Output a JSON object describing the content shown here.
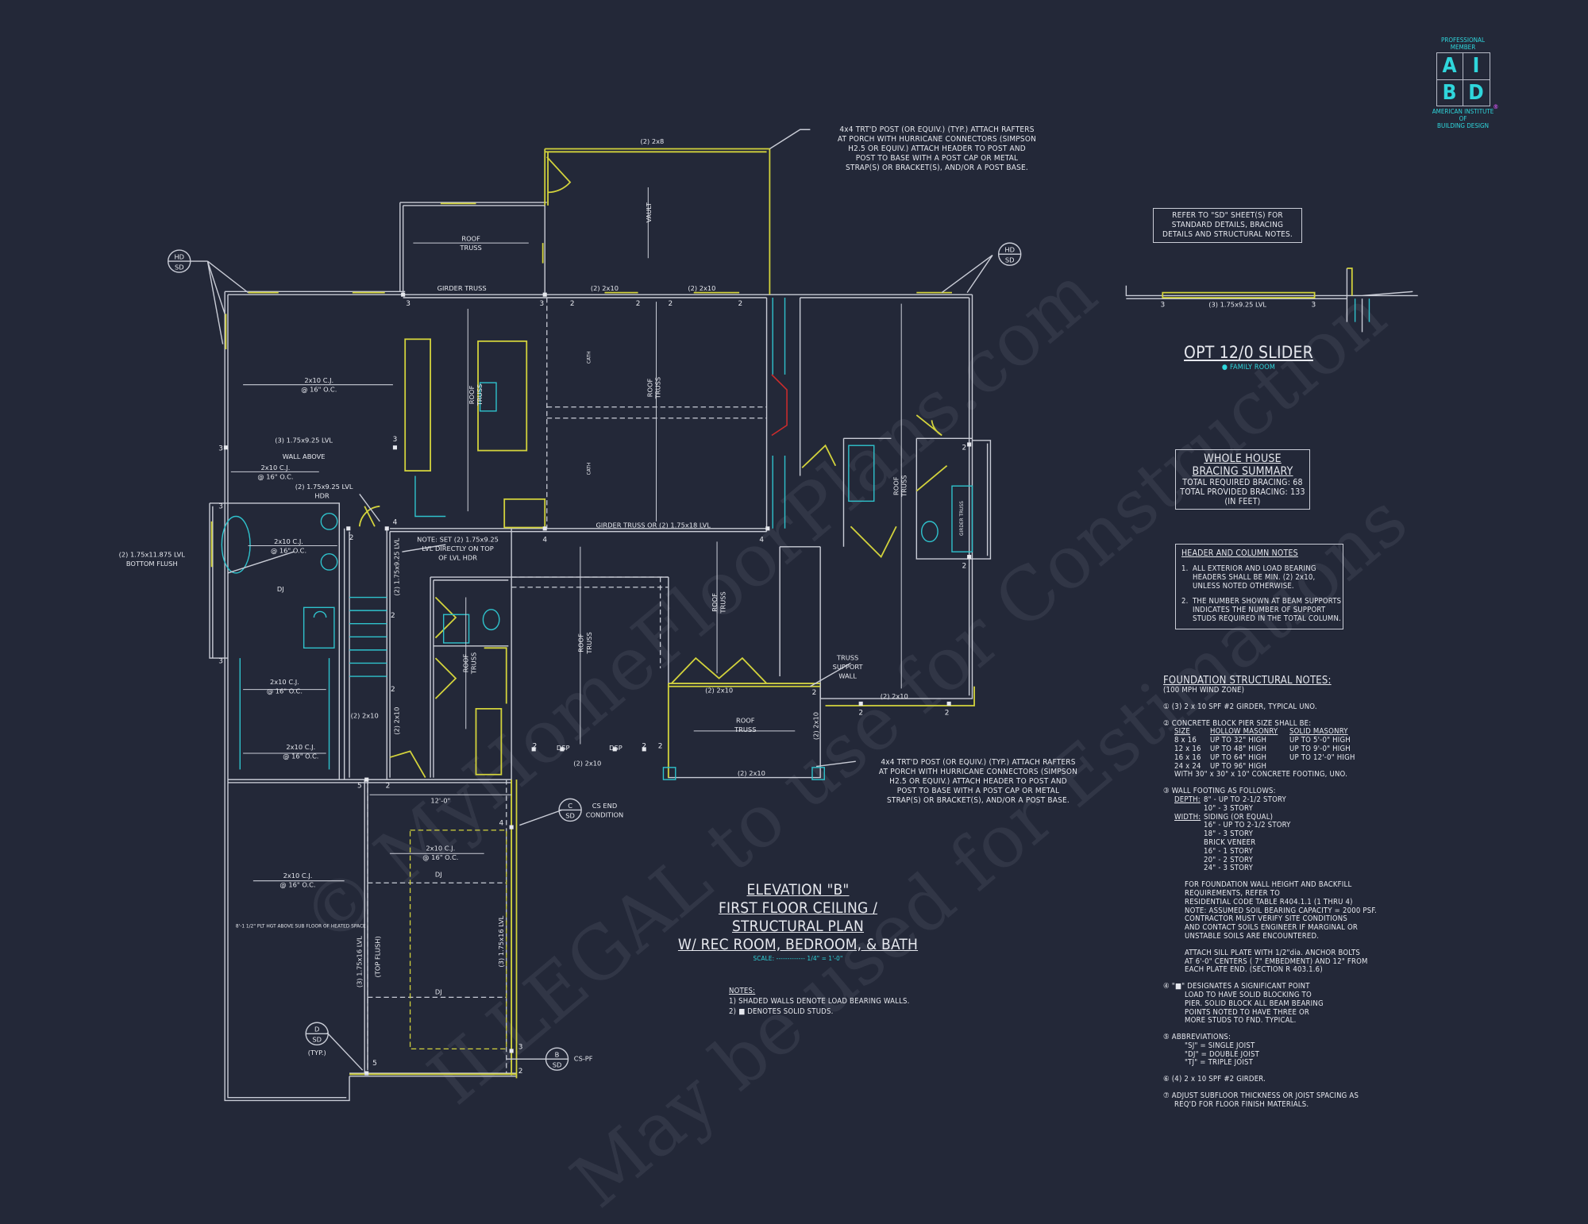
{
  "colors": {
    "background": "#232838",
    "walls": "#c9ccd6",
    "load_bearing": "#d3d33c",
    "fixtures": "#2fc2cc",
    "accent_red": "#d02c2c"
  },
  "logo": {
    "top": "PROFESSIONAL",
    "top2": "MEMBER",
    "letters": [
      "A",
      "I",
      "B",
      "D"
    ],
    "reg": "®",
    "bottom1": "AMERICAN INSTITUTE",
    "bottom2": "OF",
    "bottom3": "BUILDING DESIGN"
  },
  "watermark": [
    "© MyHomeFloorPlans.com",
    "ILLEGAL to use for Construction",
    "May be used for Estimations"
  ],
  "refer_note": [
    "REFER TO \"SD\" SHEET(S) FOR",
    "STANDARD DETAILS, BRACING",
    "DETAILS AND STRUCTURAL NOTES."
  ],
  "slider": {
    "beam": "(3) 1.75x9.25 LVL",
    "stud": "3",
    "title": "OPT 12/0 SLIDER",
    "subtitle": "● FAMILY ROOM"
  },
  "bracing": {
    "title1": "WHOLE HOUSE",
    "title2": "BRACING SUMMARY",
    "required": "TOTAL REQUIRED BRACING: 68",
    "provided": "TOTAL PROVIDED BRACING: 133",
    "unit": "(IN FEET)"
  },
  "header_notes": {
    "title": "HEADER AND COLUMN NOTES",
    "items": [
      [
        "1.",
        "ALL EXTERIOR AND LOAD BEARING",
        "HEADERS SHALL BE MIN. (2) 2x10,",
        "UNLESS NOTED OTHERWISE."
      ],
      [
        "2.",
        "THE NUMBER SHOWN AT BEAM SUPPORTS",
        "INDICATES THE NUMBER OF SUPPORT",
        "STUDS REQUIRED IN THE TOTAL COLUMN."
      ]
    ]
  },
  "foundation": {
    "title": "FOUNDATION STRUCTURAL NOTES:",
    "subtitle": "(100 MPH WIND ZONE)",
    "n1": "① (3) 2 x 10 SPF #2 GIRDER, TYPICAL UNO.",
    "n2": "② CONCRETE BLOCK PIER SIZE SHALL BE:",
    "pier_headers": [
      "SIZE",
      "HOLLOW MASONRY",
      "SOLID MASONRY"
    ],
    "pier_rows": [
      [
        "8 x 16",
        "UP TO 32\" HIGH",
        "UP TO 5'-0\" HIGH"
      ],
      [
        "12 x 16",
        "UP TO 48\" HIGH",
        "UP TO 9'-0\" HIGH"
      ],
      [
        "16 x 16",
        "UP TO 64\" HIGH",
        "UP TO 12'-0\" HIGH"
      ],
      [
        "24 x 24",
        "UP TO 96\" HIGH",
        ""
      ]
    ],
    "pier_footing": "WITH 30\" x 30\" x 10\" CONCRETE FOOTING, UNO.",
    "n3": "③ WALL FOOTING AS FOLLOWS:",
    "depth_label": "DEPTH:",
    "depth": [
      "8\" - UP TO 2-1/2 STORY",
      "10\" - 3 STORY"
    ],
    "width_label": "WIDTH:",
    "width": [
      "SIDING (OR EQUAL)",
      "16\" - UP TO 2-1/2 STORY",
      "18\" - 3 STORY",
      "BRICK VENEER",
      "16\" - 1 STORY",
      "20\" - 2 STORY",
      "24\" - 3 STORY"
    ],
    "para1": [
      "FOR FOUNDATION WALL HEIGHT AND BACKFILL",
      "REQUIREMENTS, REFER TO",
      "RESIDENTIAL CODE TABLE R404.1.1 (1 THRU 4)",
      "NOTE: ASSUMED SOIL BEARING CAPACITY = 2000 PSF.",
      "CONTRACTOR MUST VERIFY SITE CONDITIONS",
      "AND CONTACT SOILS ENGINEER IF MARGINAL OR",
      "UNSTABLE SOILS ARE ENCOUNTERED."
    ],
    "para2": [
      "ATTACH SILL PLATE WITH 1/2\"dia. ANCHOR BOLTS",
      "AT 6'-0\" CENTERS ( 7\" EMBEDMENT) AND 12\" FROM",
      "EACH PLATE END. (SECTION R 403.1.6)"
    ],
    "n4": [
      "④ \"■\" DESIGNATES A SIGNIFICANT POINT",
      "LOAD TO HAVE SOLID BLOCKING TO",
      "PIER. SOLID BLOCK ALL BEAM BEARING",
      "POINTS NOTED TO HAVE THREE OR",
      "MORE STUDS TO FND. TYPICAL."
    ],
    "n5": [
      "⑤ ABBREVIATIONS:",
      "\"SJ\" = SINGLE JOIST",
      "\"DJ\" = DOUBLE JOIST",
      "\"TJ\" = TRIPLE JOIST"
    ],
    "n6": "⑥ (4) 2 x 10 SPF #2 GIRDER.",
    "n7": [
      "⑦ ADJUST SUBFLOOR THICKNESS OR JOIST SPACING AS",
      "REQ'D FOR FLOOR FINISH MATERIALS."
    ]
  },
  "title_block": {
    "line1": "ELEVATION \"B\"",
    "line2": "FIRST FLOOR CEILING /",
    "line3": "STRUCTURAL PLAN",
    "line4": "W/ REC ROOM, BEDROOM, & BATH",
    "scale": "SCALE: ------------- 1/4\" = 1'-0\"",
    "notes_title": "NOTES:",
    "notes": [
      "1) SHADED WALLS DENOTE LOAD BEARING WALLS.",
      "2) ■ DENOTES SOLID STUDS."
    ]
  },
  "post_note": [
    "4x4 TRT'D POST (OR EQUIV.) (TYP.) ATTACH RAFTERS",
    "AT PORCH WITH HURRICANE CONNECTORS (SIMPSON",
    "H2.5 OR EQUIV.) ATTACH HEADER TO POST AND",
    "POST TO BASE WITH A POST CAP OR METAL",
    "STRAP(S) OR BRACKET(S), AND/OR A POST BASE."
  ],
  "plan": {
    "roof": "ROOF",
    "truss": "TRUSS",
    "cj": "2x10 C.J.",
    "oc": "@ 16\" O.C.",
    "girder_truss": "GIRDER TRUSS",
    "two_2x10": "(2) 2x10",
    "two_2x8": "(2) 2x8",
    "vault": "VAULT",
    "cath": "CATH",
    "dj": "DJ",
    "dsp": "DSP",
    "lvl_3_925": "(3) 1.75x9.25 LVL",
    "wall_above": "WALL ABOVE",
    "lvl_2_925_hdr": "(2) 1.75x9.25 LVL",
    "hdr": "HDR",
    "lvl_11875": "(2) 1.75x11.875 LVL",
    "bottom_flush": "BOTTOM FLUSH",
    "note_set": [
      "NOTE: SET (2) 1.75x9.25",
      "LVL DIRECTLY ON TOP",
      "OF LVL HDR"
    ],
    "lvl_2_925": "(2) 1.75x9.25 LVL",
    "dim_12": "12'-0\"",
    "girder_or_lvl": "GIRDER TRUSS OR (2) 1.75x18 LVL",
    "truss_support": [
      "TRUSS",
      "SUPPORT",
      "WALL"
    ],
    "plt_hgt": "8'-1 1/2\" PLT HGT ABOVE SUB FLOOR OF HEATED SPACE",
    "lvl_3_16": "(3) 1.75x16 LVL",
    "top_flush": "(TOP FLUSH)",
    "typ": "(TYP.)",
    "cs_end": "CS END",
    "condition": "CONDITION",
    "cs_pf": "CS-PF",
    "sd": "SD",
    "hd": "HD",
    "c": "C",
    "d": "D",
    "b": "B",
    "studs": {
      "two": "2",
      "three": "3",
      "four": "4",
      "five": "5"
    }
  }
}
